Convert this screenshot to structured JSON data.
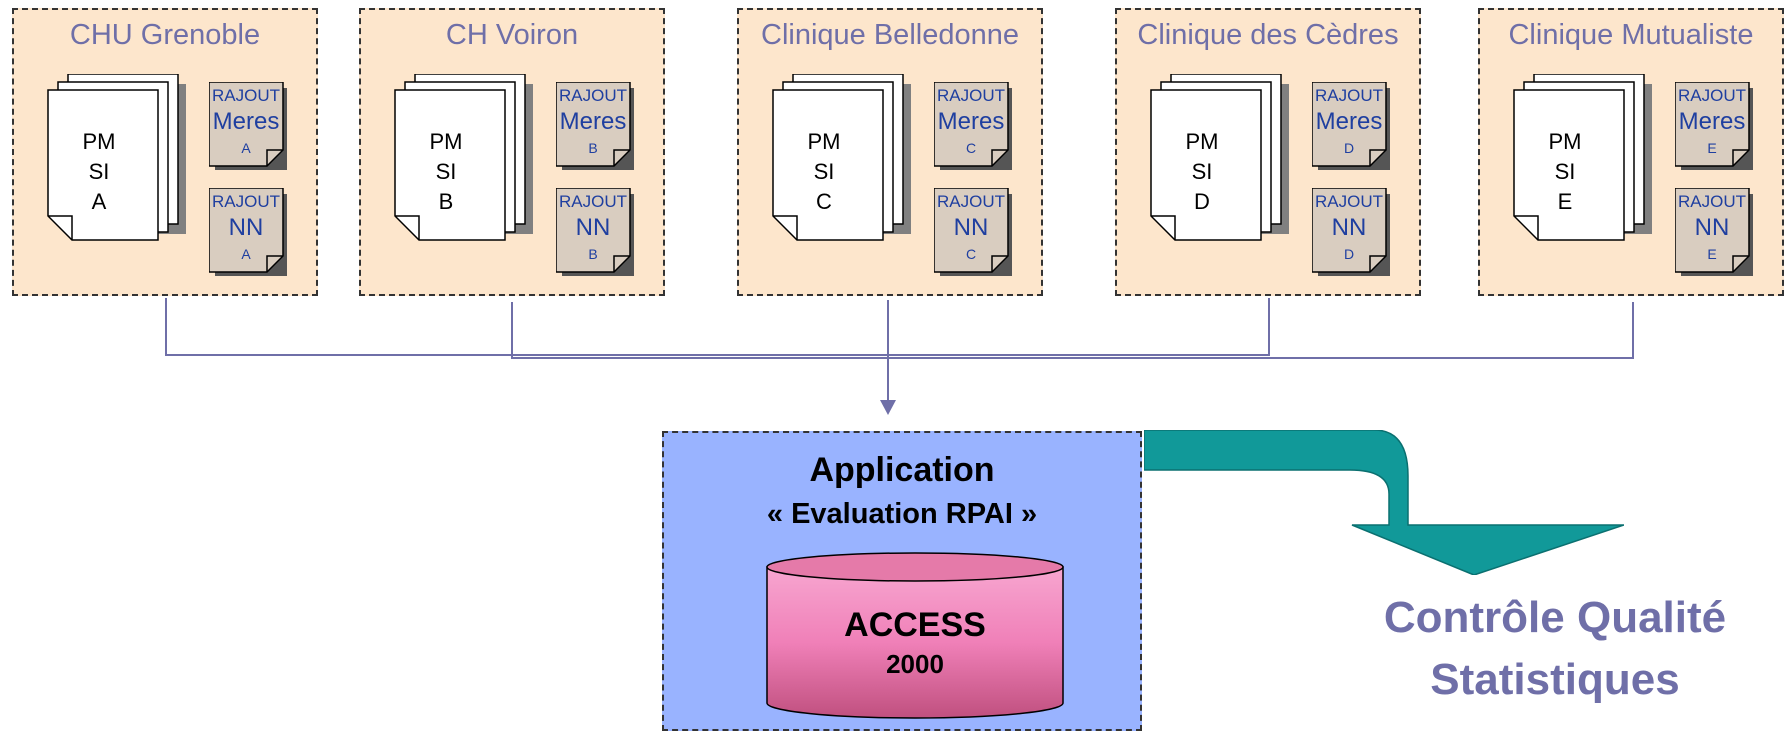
{
  "sites": [
    {
      "name": "CHU Grenoble",
      "pmsi": [
        "PM",
        "SI",
        "A"
      ],
      "rajout_meres": [
        "RAJOUT",
        "Meres",
        "A"
      ],
      "rajout_nn": [
        "RAJOUT",
        "NN",
        "A"
      ]
    },
    {
      "name": "CH Voiron",
      "pmsi": [
        "PM",
        "SI",
        "B"
      ],
      "rajout_meres": [
        "RAJOUT",
        "Meres",
        "B"
      ],
      "rajout_nn": [
        "RAJOUT",
        "NN",
        "B"
      ]
    },
    {
      "name": "Clinique Belledonne",
      "pmsi": [
        "PM",
        "SI",
        "C"
      ],
      "rajout_meres": [
        "RAJOUT",
        "Meres",
        "C"
      ],
      "rajout_nn": [
        "RAJOUT",
        "NN",
        "C"
      ]
    },
    {
      "name": "Clinique des Cèdres",
      "pmsi": [
        "PM",
        "SI",
        "D"
      ],
      "rajout_meres": [
        "RAJOUT",
        "Meres",
        "D"
      ],
      "rajout_nn": [
        "RAJOUT",
        "NN",
        "D"
      ]
    },
    {
      "name": "Clinique Mutualiste",
      "pmsi": [
        "PM",
        "SI",
        "E"
      ],
      "rajout_meres": [
        "RAJOUT",
        "Meres",
        "E"
      ],
      "rajout_nn": [
        "RAJOUT",
        "NN",
        "E"
      ]
    }
  ],
  "application": {
    "title": "Application",
    "subtitle": "« Evaluation RPAI »",
    "db_line1": "ACCESS",
    "db_line2": "2000"
  },
  "result": {
    "line1": "Contrôle Qualité",
    "line2": "Statistiques"
  },
  "colors": {
    "site_bg": "#fde6cc",
    "site_title": "#6f6fa8",
    "rajout_bg": "#d9cdc0",
    "rajout_text": "#1f3fa0",
    "connector": "#6f6fa8",
    "app_bg": "#99b3ff",
    "db_fill": "#f080b8",
    "arrow_fill": "#119999",
    "result_text": "#6f6fa8"
  }
}
